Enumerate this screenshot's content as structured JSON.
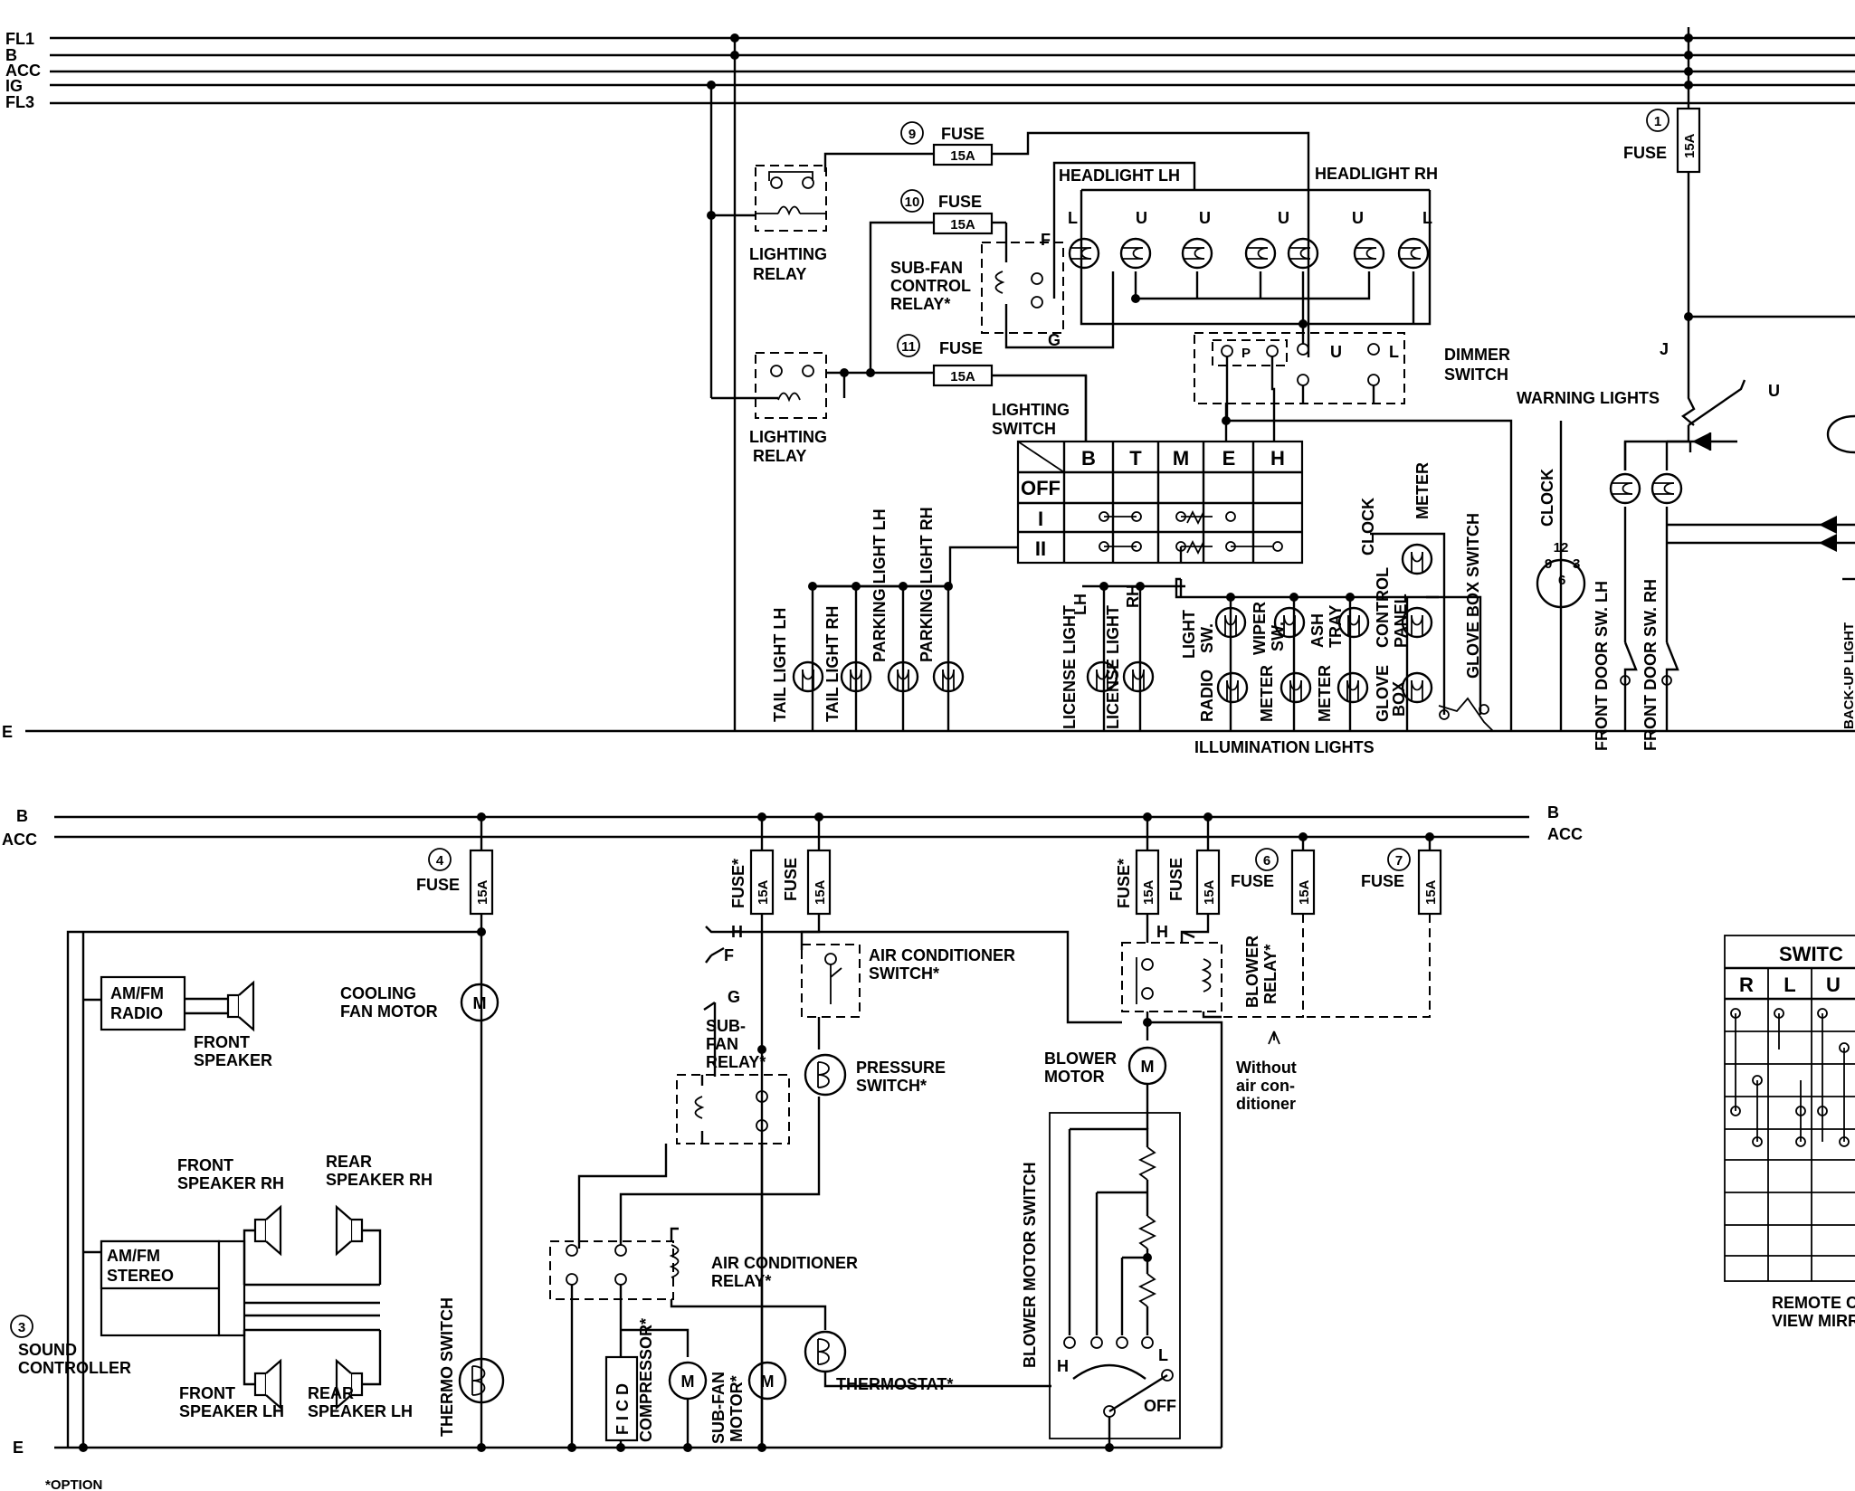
{
  "bus_top": [
    "FL1",
    "B",
    "ACC",
    "IG",
    "FL3"
  ],
  "ground": "E",
  "fuses": {
    "f9": {
      "num": "9",
      "label": "FUSE",
      "rating": "15A"
    },
    "f10": {
      "num": "10",
      "label": "FUSE",
      "rating": "15A"
    },
    "f11": {
      "num": "11",
      "label": "FUSE",
      "rating": "15A"
    },
    "f1": {
      "num": "1",
      "label": "FUSE",
      "rating": "15A"
    },
    "f4": {
      "num": "4",
      "label": "FUSE",
      "rating": "15A"
    },
    "f6": {
      "num": "6",
      "label": "FUSE",
      "rating": "15A"
    },
    "f7": {
      "num": "7",
      "label": "FUSE",
      "rating": "15A"
    },
    "fopt1": {
      "label": "FUSE*",
      "rating": "15A"
    },
    "fac": {
      "label": "FUSE",
      "rating": "15A"
    },
    "fopt2": {
      "label": "FUSE*",
      "rating": "15A"
    },
    "fbl": {
      "label": "FUSE",
      "rating": "15A"
    }
  },
  "labels": {
    "lighting_relay_1": [
      "LIGHTING",
      "RELAY"
    ],
    "lighting_relay_2": [
      "LIGHTING",
      "RELAY"
    ],
    "subfan_control_relay": [
      "SUB-FAN",
      "CONTROL",
      "RELAY*"
    ],
    "headlight_lh": "HEADLIGHT LH",
    "headlight_rh": "HEADLIGHT RH",
    "dimmer_switch": [
      "DIMMER",
      "SWITCH"
    ],
    "warning_lights": "WARNING LIGHTS",
    "lighting_switch": [
      "LIGHTING",
      "SWITCH"
    ],
    "switch_cols": [
      "B",
      "T",
      "M",
      "E",
      "H"
    ],
    "switch_rows": [
      "OFF",
      "I",
      "II"
    ],
    "illumination_lights": "ILLUMINATION LIGHTS",
    "clock": "CLOCK",
    "cooling_fan_motor": [
      "COOLING",
      "FAN MOTOR"
    ],
    "am_fm_radio": [
      "AM/FM",
      "RADIO"
    ],
    "front_speaker": [
      "FRONT",
      "SPEAKER"
    ],
    "front_speaker_rh": [
      "FRONT",
      "SPEAKER RH"
    ],
    "rear_speaker_rh": [
      "REAR",
      "SPEAKER RH"
    ],
    "am_fm_stereo": [
      "AM/FM",
      "STEREO"
    ],
    "front_speaker_lh": [
      "FRONT",
      "SPEAKER LH"
    ],
    "rear_speaker_lh": [
      "REAR",
      "SPEAKER LH"
    ],
    "sound_controller_num": "3",
    "sound_controller": [
      "SOUND",
      "CONTROLLER"
    ],
    "air_conditioner_switch": [
      "AIR CONDITIONER",
      "SWITCH*"
    ],
    "subfan_relay": [
      "SUB-",
      "FAN",
      "RELAY*"
    ],
    "pressure_switch": [
      "PRESSURE",
      "SWITCH*"
    ],
    "air_conditioner_relay": [
      "AIR CONDITIONER",
      "RELAY*"
    ],
    "blower_motor": [
      "BLOWER",
      "MOTOR"
    ],
    "blower_relay": [
      "BLOWER",
      "RELAY*"
    ],
    "without_ac": [
      "Without",
      "air con-",
      "ditioner"
    ],
    "thermostat": "THERMOSTAT*",
    "option_note": "*OPTION",
    "remote_caption": [
      "REMOTE C",
      "VIEW MIRR"
    ],
    "switch_partial": "SWITC",
    "remote_cols": [
      "R",
      "L",
      "U"
    ]
  },
  "vertical_labels": {
    "tail_light_lh": "TAIL LIGHT LH",
    "tail_light_rh": "TAIL LIGHT RH",
    "parking_light_lh": "PARKING LIGHT LH",
    "parking_light_rh": "PARKING LIGHT RH",
    "license_light": [
      "LICENSE LIGHT",
      "LH"
    ],
    "license_light2": [
      "LICENSE LIGHT",
      "RH"
    ],
    "light_sw": [
      "LIGHT",
      "SW."
    ],
    "wiper_sw": [
      "WIPER",
      "SW."
    ],
    "ash_tray": [
      "ASH",
      "TRAY"
    ],
    "clock_illum": "CLOCK",
    "control_panel": [
      "CONTROL",
      "PANEL"
    ],
    "meter_top": "METER",
    "glove_box_switch": "GLOVE BOX SWITCH",
    "radio": "RADIO",
    "meter1": "METER",
    "meter2": "METER",
    "glove_box": [
      "GLOVE",
      "BOX"
    ],
    "front_door_sw_lh": "FRONT DOOR SW. LH",
    "front_door_sw_rh": "FRONT DOOR SW. RH",
    "back_up_light": "BACK-UP LIGHT",
    "thermo_switch": "THERMO SWITCH",
    "compressor": "COMPRESSOR*",
    "subfan_motor": [
      "SUB-FAN",
      "MOTOR*"
    ],
    "blower_motor_switch": "BLOWER MOTOR SWITCH"
  },
  "letters": {
    "L": "L",
    "U": "U",
    "P": "P",
    "F": "F",
    "G": "G",
    "H": "H",
    "J": "J",
    "M": "M",
    "FICD": "F I C D",
    "OFF": "OFF"
  }
}
